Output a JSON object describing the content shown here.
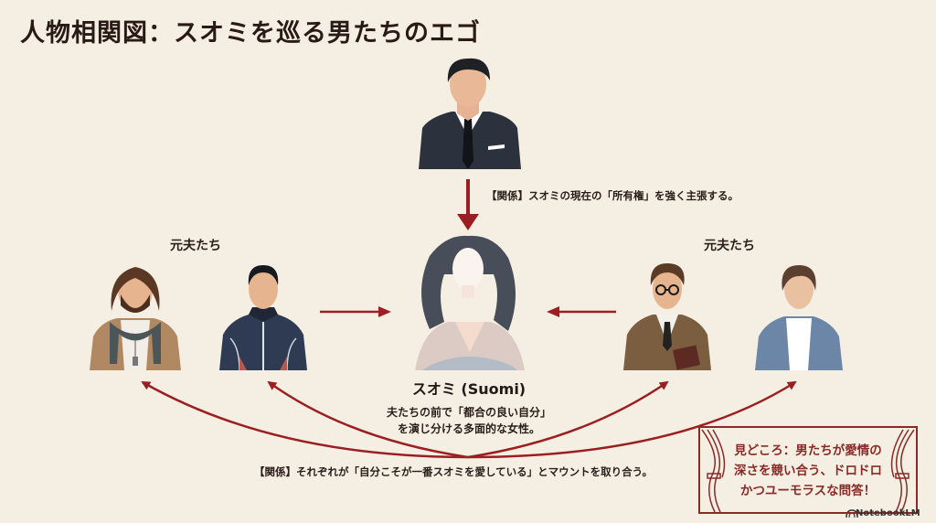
{
  "title": "人物相関図：スオミを巡る男たちのエゴ",
  "current_husband": {
    "figure": "man-in-suit",
    "relation": "【関係】スオミの現在の「所有権」を強く主張する。"
  },
  "ex_husbands_left": {
    "label": "元夫たち",
    "figures": [
      "bearded-man-with-scarf",
      "man-in-track-jacket"
    ]
  },
  "ex_husbands_right": {
    "label": "元夫たち",
    "figures": [
      "man-with-glasses-and-book",
      "man-in-cardigan"
    ]
  },
  "suomi": {
    "name": "スオミ (Suomi)",
    "desc_line1": "夫たちの前で「都合の良い自分」",
    "desc_line2": "を演じ分ける多面的な女性。"
  },
  "bottom_relation": "【関係】それぞれが「自分こそが一番スオミを愛している」とマウントを取り合う。",
  "highlight": {
    "line1": "見どころ：男たちが愛情の",
    "line2": "深さを競い合う、ドロドロ",
    "line3": "かつユーモラスな問答！"
  },
  "brand": "NotebookLM",
  "colors": {
    "background": "#f4efe2",
    "accent": "#8a2a26",
    "text": "#2b1d1a"
  }
}
